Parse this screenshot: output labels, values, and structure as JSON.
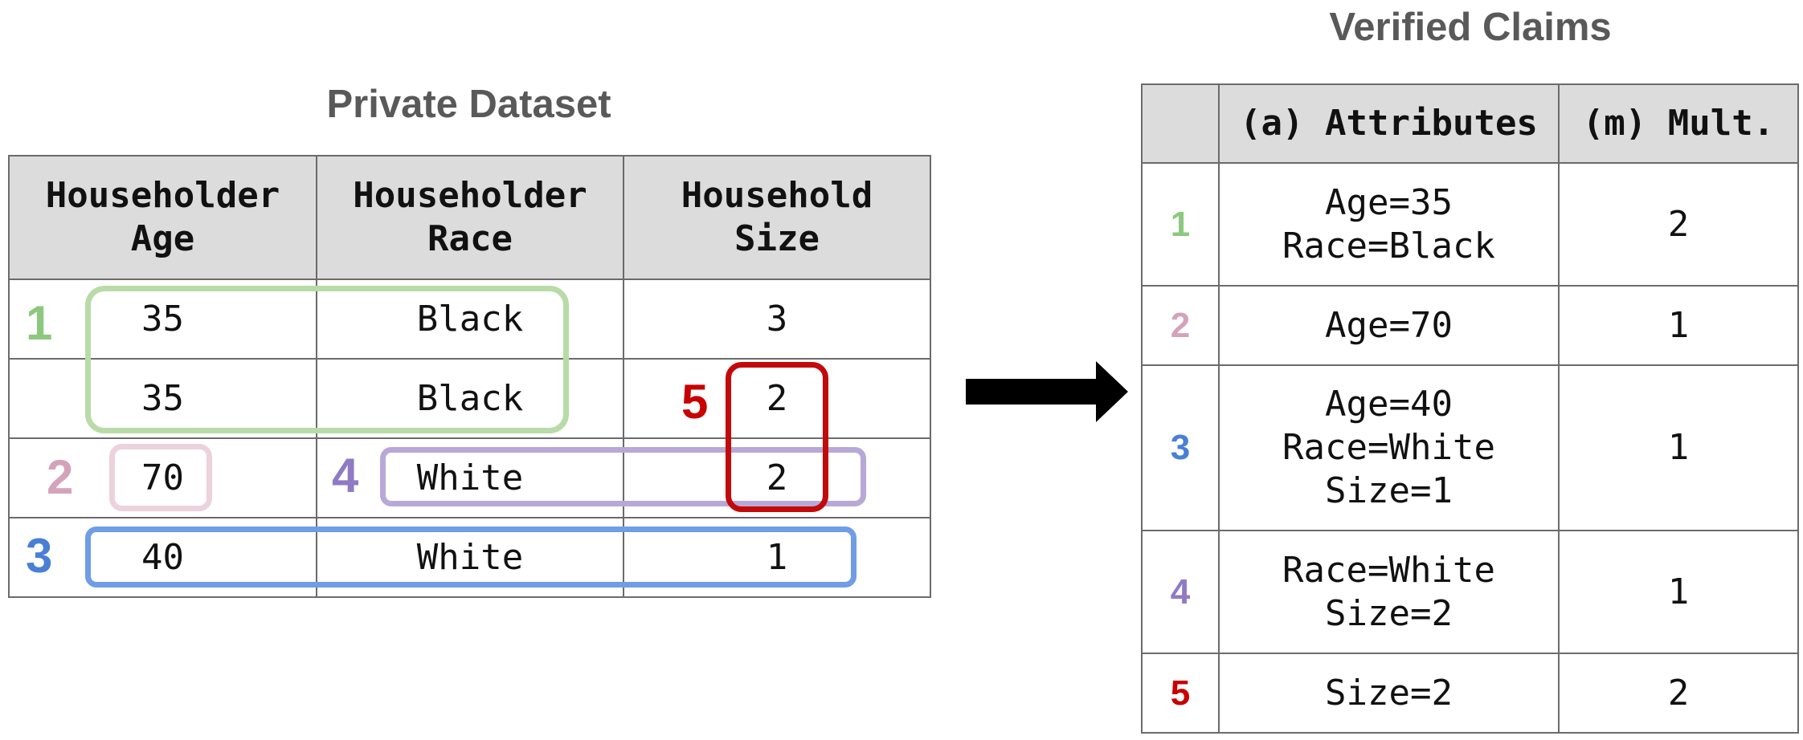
{
  "private_dataset": {
    "title": "Private Dataset",
    "headers": [
      "Householder\nAge",
      "Householder\nRace",
      "Household\nSize"
    ],
    "rows": [
      [
        "35",
        "Black",
        "3"
      ],
      [
        "35",
        "Black",
        "2"
      ],
      [
        "70",
        "White",
        "2"
      ],
      [
        "40",
        "White",
        "1"
      ]
    ],
    "highlight_labels": [
      "1",
      "2",
      "3",
      "4",
      "5"
    ]
  },
  "verified_claims": {
    "title": "Verified Claims",
    "headers": [
      "",
      "(a) Attributes",
      "(m) Mult."
    ],
    "rows": [
      {
        "index": "1",
        "attributes": "Age=35\nRace=Black",
        "mult": "2"
      },
      {
        "index": "2",
        "attributes": "Age=70",
        "mult": "1"
      },
      {
        "index": "3",
        "attributes": "Age=40\nRace=White\nSize=1",
        "mult": "1"
      },
      {
        "index": "4",
        "attributes": "Race=White\nSize=2",
        "mult": "1"
      },
      {
        "index": "5",
        "attributes": "Size=2",
        "mult": "2"
      }
    ]
  },
  "colors": {
    "claim1": "#8cc97e",
    "claim2": "#d4a3bb",
    "claim3": "#4a7fd6",
    "claim4": "#8f7bc4",
    "claim5": "#c80000",
    "box1": "#b8dba8",
    "box2": "#ecd2dc",
    "box3": "#6f9de6",
    "box4": "#b8a8d8",
    "box5": "#c20a0a"
  }
}
